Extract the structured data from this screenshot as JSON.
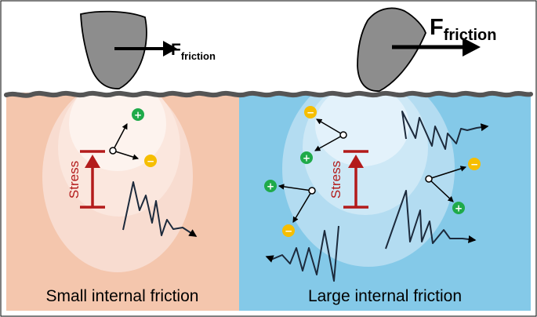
{
  "force_label": {
    "base": "F",
    "subscript": "friction"
  },
  "stress_label": "Stress",
  "charge_symbols": {
    "positive": "+",
    "negative": "−"
  },
  "panels": {
    "left": {
      "caption": "Small internal friction"
    },
    "right": {
      "caption": "Large internal friction"
    }
  },
  "colors": {
    "left_bg": "#f4c6ad",
    "right_bg": "#84c9e8",
    "tip": "#8d8d8d",
    "surface": "#555555",
    "stress_arrow": "#b31b1b",
    "positive_charge": "#1faa4a",
    "negative_charge": "#f6be00"
  }
}
